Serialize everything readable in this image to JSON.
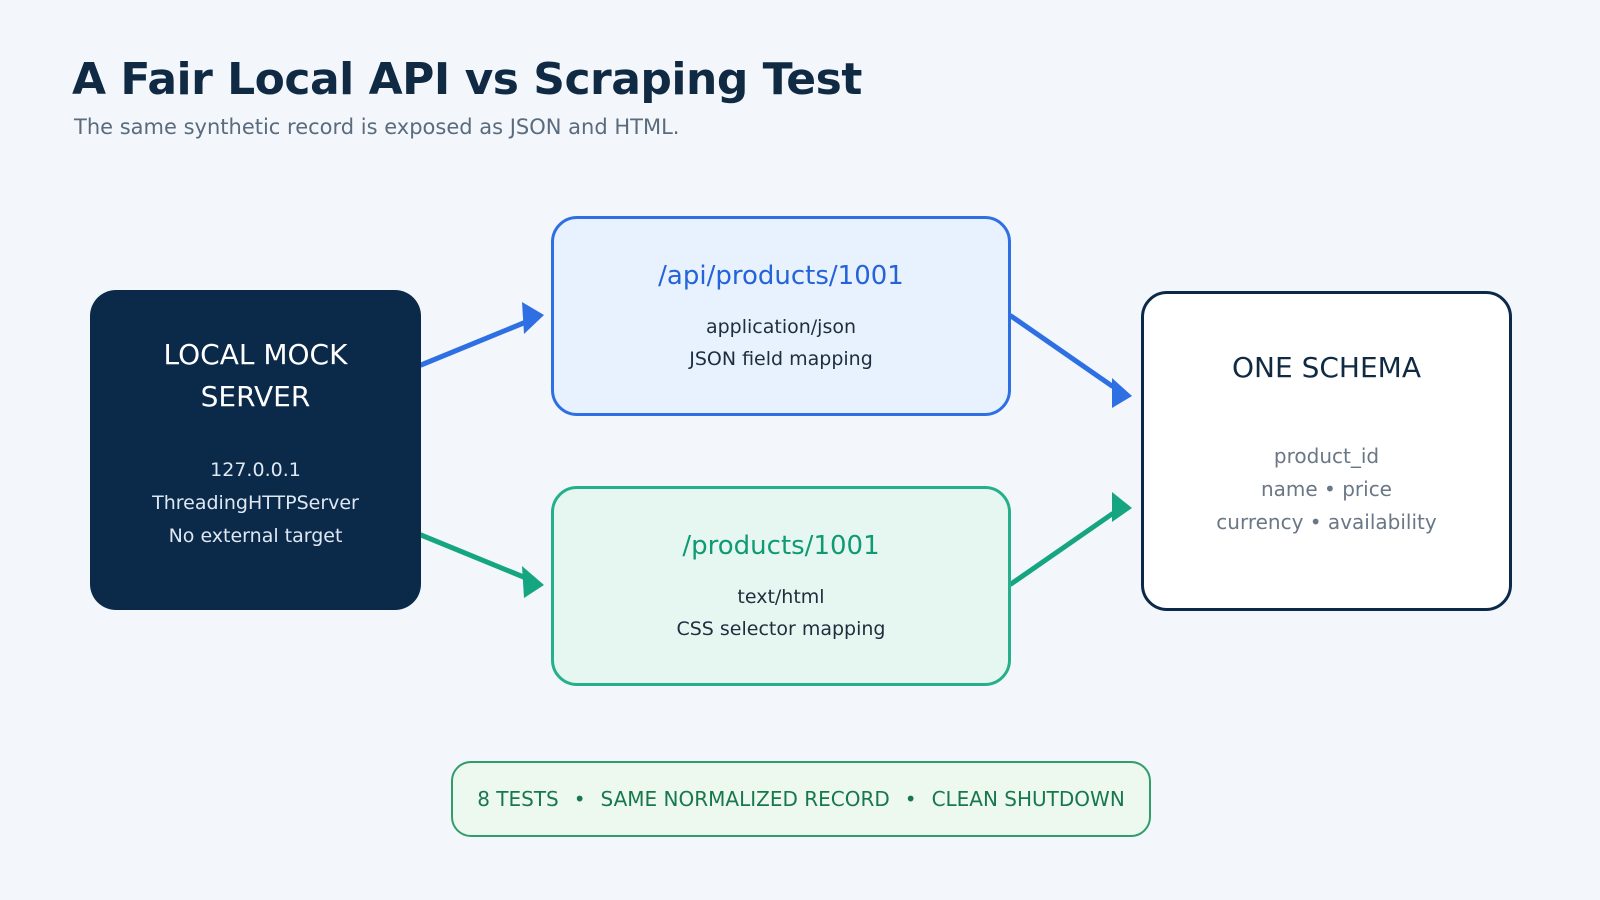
{
  "header": {
    "title": "A Fair Local API vs Scraping Test",
    "subtitle": "The same synthetic record is exposed as JSON and HTML."
  },
  "server": {
    "heading_line1": "LOCAL MOCK",
    "heading_line2": "SERVER",
    "line1": "127.0.0.1",
    "line2": "ThreadingHTTPServer",
    "line3": "No external target"
  },
  "api_endpoint": {
    "path": "/api/products/1001",
    "content_type": "application/json",
    "mapping": "JSON field mapping"
  },
  "html_endpoint": {
    "path": "/products/1001",
    "content_type": "text/html",
    "mapping": "CSS selector mapping"
  },
  "schema": {
    "heading": "ONE SCHEMA",
    "field_line1": "product_id",
    "field_line2": "name • price",
    "field_line3": "currency • availability"
  },
  "footer": {
    "item1": "8 TESTS",
    "separator": "•",
    "item2": "SAME NORMALIZED RECORD",
    "item3": "CLEAN SHUTDOWN"
  },
  "colors": {
    "api_accent": "#2f6fe4",
    "html_accent": "#16a581",
    "server_bg": "#0b2a4a",
    "footer_accent": "#2f9e6a"
  }
}
